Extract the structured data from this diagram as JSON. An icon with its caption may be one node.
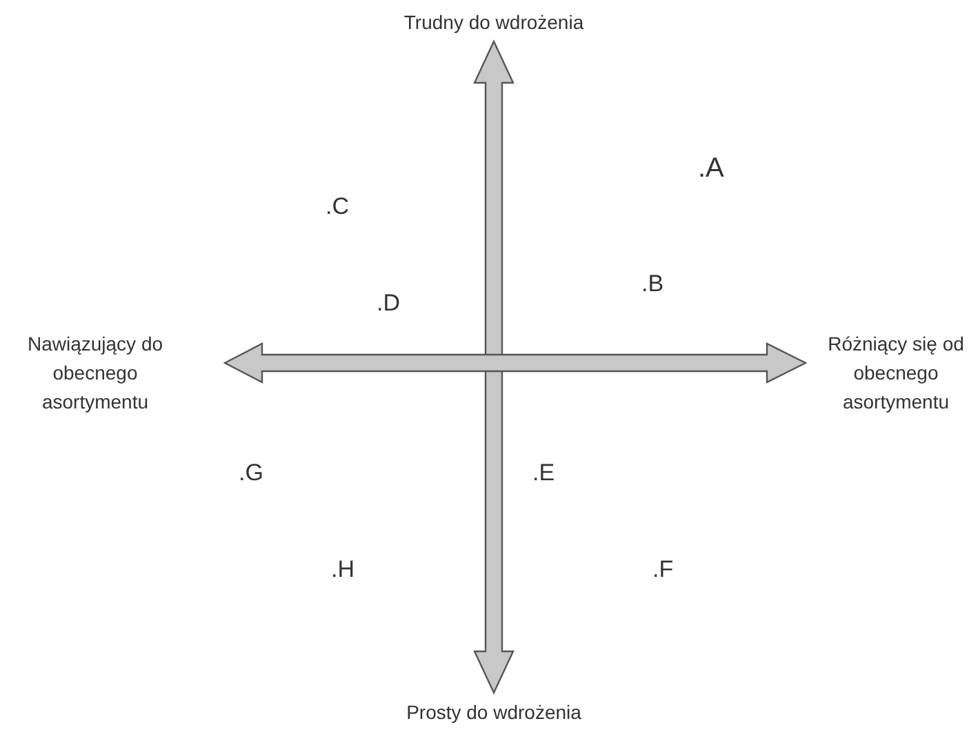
{
  "diagram": {
    "labels": [
      "Trudny do wdrożenia",
      ".A",
      ".C",
      ".B",
      ".D",
      "Nawiązujący do obecnego asortymentu",
      "Różniący się od obecnego asortymentu",
      ".G",
      ".E",
      ".H",
      ".F",
      "Prosty do wdrożenia"
    ]
  }
}
